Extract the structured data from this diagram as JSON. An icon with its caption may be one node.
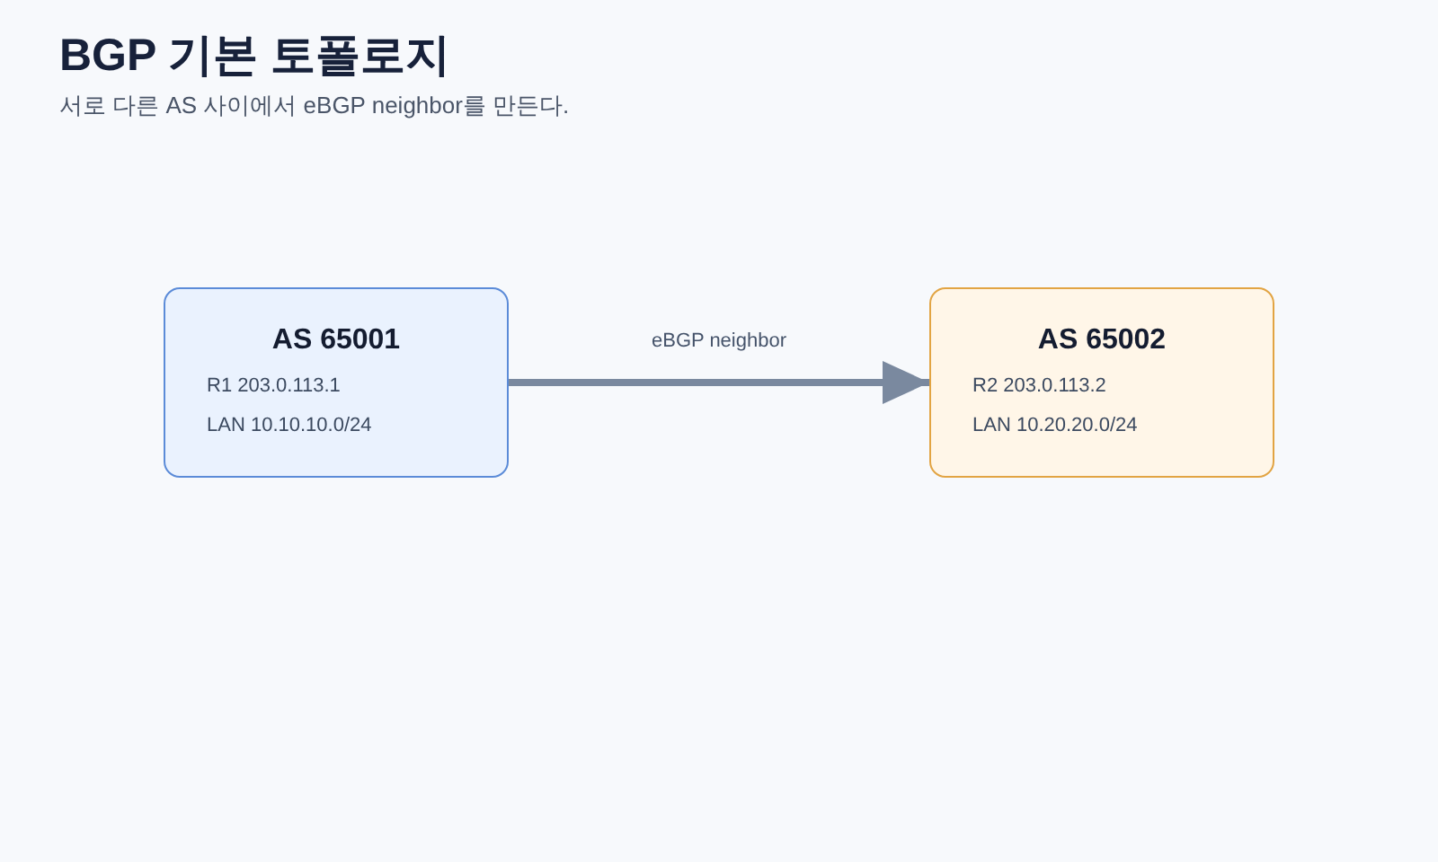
{
  "diagram": {
    "title": "BGP 기본 토폴로지",
    "nodes": [
      {
        "text": [
          "AS 65001",
          "R1 203.0.113.1",
          "LAN 10.10.10.0/24"
        ]
      },
      {
        "text": [
          "AS 65002",
          "R2 203.0.113.2",
          "LAN 10.20.20.0/24"
        ]
      }
    ],
    "edges": [
      {
        "from": 0,
        "to": 1,
        "arrow": "to",
        "label": "eBGP neighbor"
      }
    ],
    "labels": [
      "서로 다른 AS 사이에서 eBGP neighbor를 만든다."
    ]
  }
}
